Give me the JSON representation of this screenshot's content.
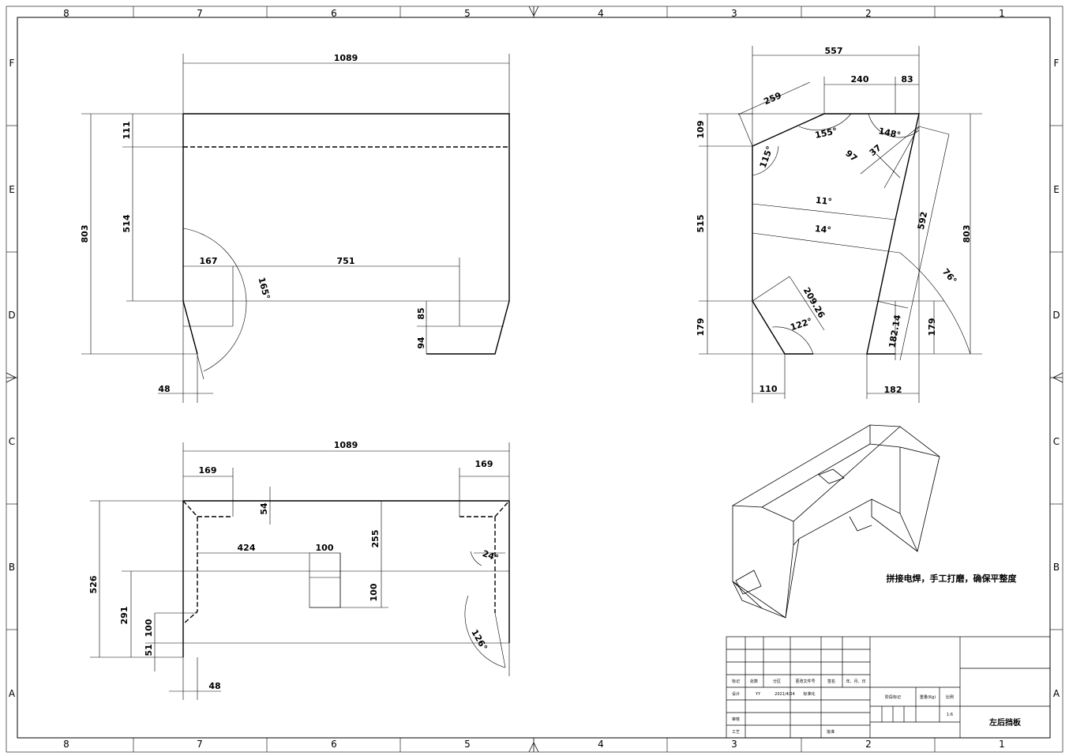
{
  "border": {
    "top_numbers": [
      "8",
      "7",
      "6",
      "5",
      "4",
      "3",
      "2",
      "1"
    ],
    "bottom_numbers": [
      "8",
      "7",
      "6",
      "5",
      "4",
      "3",
      "2",
      "1"
    ],
    "side_letters": [
      "F",
      "E",
      "D",
      "C",
      "B",
      "A"
    ]
  },
  "front_view": {
    "top_width": "1089",
    "height_total": "803",
    "height_top": "111",
    "height_mid": "514",
    "offset_left": "167",
    "span": "751",
    "angle": "165°",
    "lower_a": "85",
    "lower_b": "94",
    "bottom_offset": "48"
  },
  "top_view": {
    "width": "1089",
    "notch_left": "169",
    "notch_right": "169",
    "notch_depth": "54",
    "hole_offset": "424",
    "hole_width": "100",
    "hole_height": "100",
    "depth_to_hole": "255",
    "height_total": "526",
    "height_mid": "291",
    "tab_height": "100",
    "tab_small": "51",
    "angle_small": "24°",
    "angle_large": "126°",
    "bottom_offset": "48"
  },
  "side_view": {
    "top_width": "557",
    "seg_a": "240",
    "seg_b": "83",
    "slant": "259",
    "ang_155": "155°",
    "ang_148": "148°",
    "ang_115": "115°",
    "d97": "97",
    "d37": "37",
    "h109": "109",
    "h515": "515",
    "h179": "179",
    "h803": "803",
    "ang_11": "11°",
    "ang_14": "14°",
    "ang_76": "76°",
    "l592": "592",
    "l209": "209.26",
    "ang_122": "122°",
    "l182": "182.14",
    "h179r": "179",
    "b110": "110",
    "b182": "182"
  },
  "note": "拼接电焊，手工打磨，确保平整度",
  "title_block": {
    "row_labels": [
      "标记",
      "处数",
      "分区",
      "更改文件号",
      "签名",
      "年、月、日"
    ],
    "design": "设计",
    "designer": "YY",
    "date": "2021/4/24",
    "standardize": "标准化",
    "review": "审核",
    "process": "工艺",
    "approve": "批准",
    "stage_mark": "阶段标记",
    "weight": "重量(Kg)",
    "scale": "比例",
    "scale_value": "1:6",
    "part_name": "左后挡板"
  }
}
